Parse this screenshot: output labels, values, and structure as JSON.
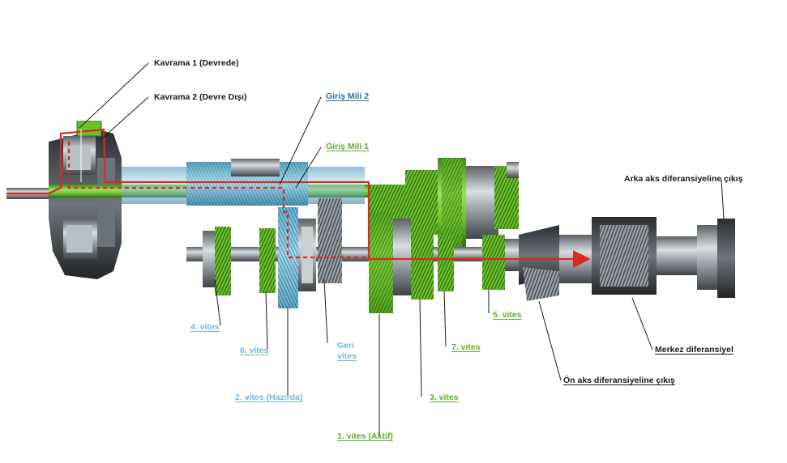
{
  "colors": {
    "green": "#6cc02c",
    "green_dark": "#3e8a18",
    "blue": "#7fc6df",
    "blue_dark": "#3d8fb3",
    "red": "#d92b1e",
    "steel": "#8f969c",
    "steel_dark": "#4a4f54",
    "label_black": "#1a1a1a",
    "label_blue": "#2f6fa8",
    "label_green": "#5cae2a",
    "label_lightblue": "#74b7d8"
  },
  "labels": {
    "clutch1": "Kavrama 1 (Devrede)",
    "clutch2": "Kavrama 2 (Devre Dışı)",
    "input_shaft2": "Giriş Mili 2",
    "input_shaft1": "Giriş Mili 1",
    "rear_axle_output": "Arka aks diferansiyeline çıkış",
    "center_diff": "Merkez diferansiyel",
    "front_axle_output": "Ön aks diferansiyeline çıkış",
    "gear4": "4. vites",
    "gear6": "6. vites",
    "gear2": "2. vites (Hazırda)",
    "reverse_line1": "Geri",
    "reverse_line2": "vites",
    "gear1": "1. vites (Aktif)",
    "gear3": "3. vites",
    "gear7": "7. vites",
    "gear5": "5. vites"
  }
}
